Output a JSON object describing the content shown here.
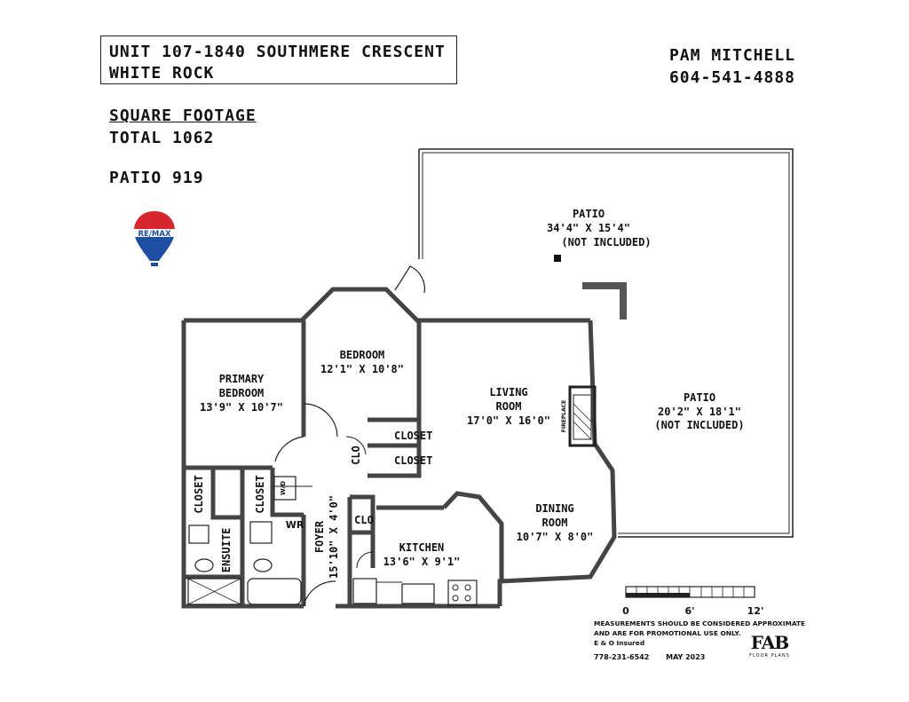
{
  "header": {
    "address_line1": "UNIT 107-1840 SOUTHMERE CRESCENT",
    "address_line2": "WHITE ROCK",
    "agent_name": "PAM MITCHELL",
    "agent_phone": "604-541-4888"
  },
  "summary": {
    "sqft_heading": "SQUARE FOOTAGE",
    "total": "TOTAL 1062",
    "patio": "PATIO 919"
  },
  "logo": {
    "text": "RE/MAX",
    "icon": "balloon-icon"
  },
  "rooms": {
    "patio_top": {
      "name": "PATIO",
      "dims": "34'4\" X 15'4\"",
      "note": "(NOT INCLUDED)"
    },
    "patio_right": {
      "name": "PATIO",
      "dims": "20'2\" X 18'1\"",
      "note": "(NOT INCLUDED)"
    },
    "bedroom": {
      "name": "BEDROOM",
      "dims": "12'1\" X 10'8\""
    },
    "primary": {
      "name1": "PRIMARY",
      "name2": "BEDROOM",
      "dims": "13'9\" X 10'7\""
    },
    "living": {
      "name1": "LIVING",
      "name2": "ROOM",
      "dims": "17'0\" X 16'0\""
    },
    "dining": {
      "name1": "DINING",
      "name2": "ROOM",
      "dims": "10'7\" X 8'0\""
    },
    "kitchen": {
      "name": "KITCHEN",
      "dims": "13'6\" X 9'1\""
    },
    "foyer": {
      "name": "FOYER",
      "dims": "15'10\" X 4'0\""
    },
    "closet1": "CLOSET",
    "closet2": "CLOSET",
    "closet_primary": "CLOSET",
    "closet_ensuite": "CLOSET",
    "clo_bed": "CLO",
    "clo_kitchen": "CLO",
    "ensuite": "ENSUITE",
    "wr": "WR",
    "wd": "W/D",
    "fireplace": "FIREPLACE"
  },
  "scale": {
    "labels": [
      "0",
      "6'",
      "12'"
    ]
  },
  "footer": {
    "note_line1": "MEASUREMENTS SHOULD BE CONSIDERED APPROXIMATE",
    "note_line2": "AND ARE FOR PROMOTIONAL USE ONLY.",
    "note_line3": "E & O Insured",
    "phone": "778-231-6542",
    "date": "MAY 2023",
    "brand": "FAB",
    "brand_sub": "FLOOR PLANS"
  }
}
